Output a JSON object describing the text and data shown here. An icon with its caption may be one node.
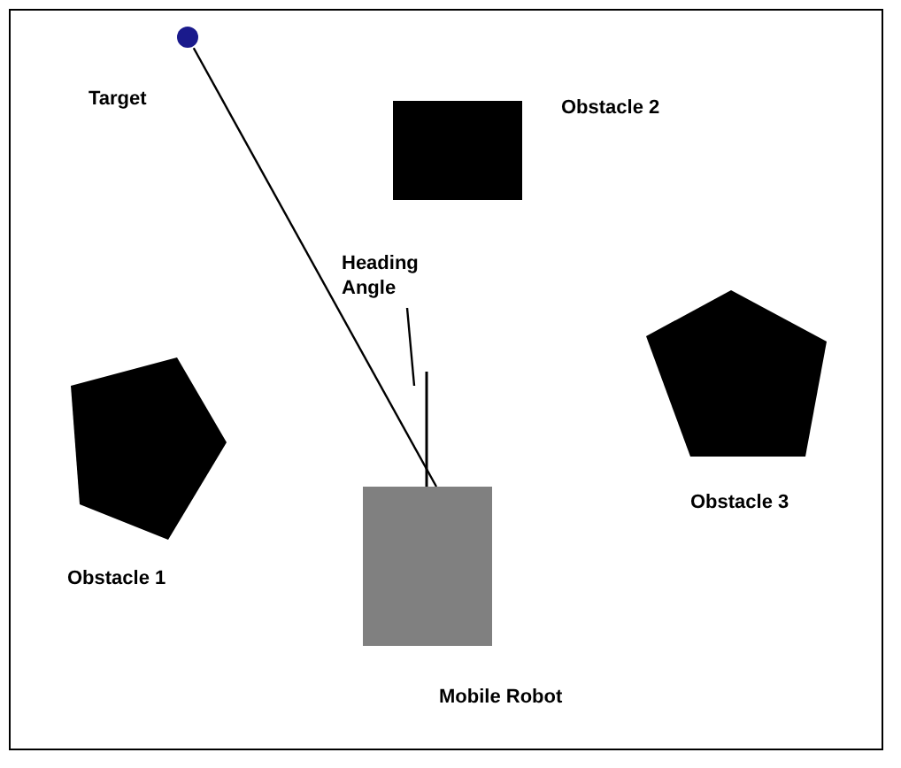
{
  "diagram": {
    "nodes": [
      {
        "text": [],
        "shape": "circle",
        "beside": [
          "Target"
        ]
      },
      {
        "text": [],
        "shape": "box",
        "beside": [
          "Obstacle 2"
        ]
      },
      {
        "text": [
          "Heading Angle"
        ]
      },
      {
        "text": [],
        "shape": "pentagon",
        "beside": [
          "Obstacle 1"
        ]
      },
      {
        "text": [],
        "shape": "pentagon",
        "beside": [
          "Obstacle 3"
        ]
      },
      {
        "text": [],
        "shape": "box",
        "beside": [
          "Mobile Robot"
        ]
      }
    ],
    "edges": [
      {
        "from": 5,
        "to": 0,
        "arrow": "none"
      },
      {
        "from": 2,
        "to": null,
        "arrow": "none"
      }
    ]
  }
}
